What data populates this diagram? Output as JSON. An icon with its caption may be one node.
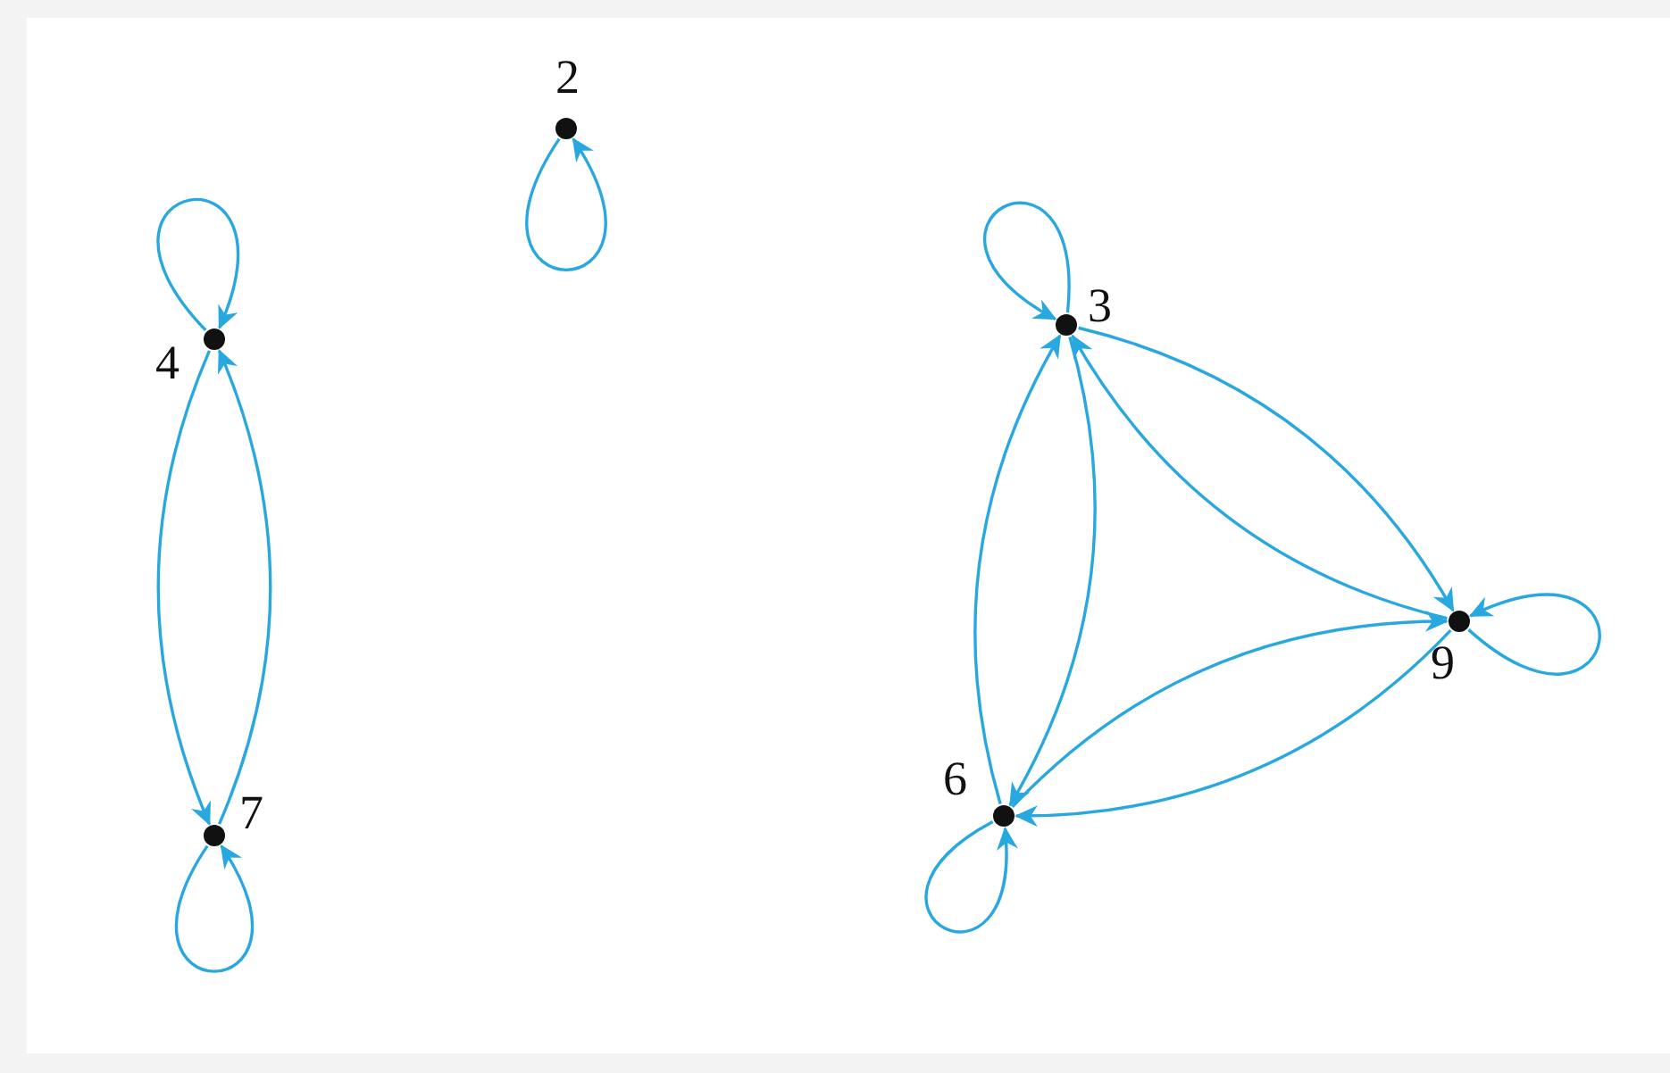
{
  "diagram": {
    "nodes": [
      {
        "text": [
          "2"
        ]
      },
      {
        "text": [
          "4"
        ]
      },
      {
        "text": [
          "7"
        ]
      },
      {
        "text": [
          "3"
        ]
      },
      {
        "text": [
          "9"
        ]
      },
      {
        "text": [
          "6"
        ]
      }
    ],
    "edges": [
      {
        "from": 0,
        "to": 0,
        "arrow": "to"
      },
      {
        "from": 1,
        "to": 1,
        "arrow": "to"
      },
      {
        "from": 1,
        "to": 2,
        "arrow": "to"
      },
      {
        "from": 2,
        "to": 1,
        "arrow": "to"
      },
      {
        "from": 2,
        "to": 2,
        "arrow": "to"
      },
      {
        "from": 3,
        "to": 3,
        "arrow": "to"
      },
      {
        "from": 3,
        "to": 4,
        "arrow": "to"
      },
      {
        "from": 4,
        "to": 3,
        "arrow": "to"
      },
      {
        "from": 3,
        "to": 5,
        "arrow": "to"
      },
      {
        "from": 5,
        "to": 3,
        "arrow": "to"
      },
      {
        "from": 4,
        "to": 4,
        "arrow": "to"
      },
      {
        "from": 5,
        "to": 4,
        "arrow": "to"
      },
      {
        "from": 4,
        "to": 5,
        "arrow": "to"
      },
      {
        "from": 5,
        "to": 5,
        "arrow": "to"
      }
    ]
  }
}
